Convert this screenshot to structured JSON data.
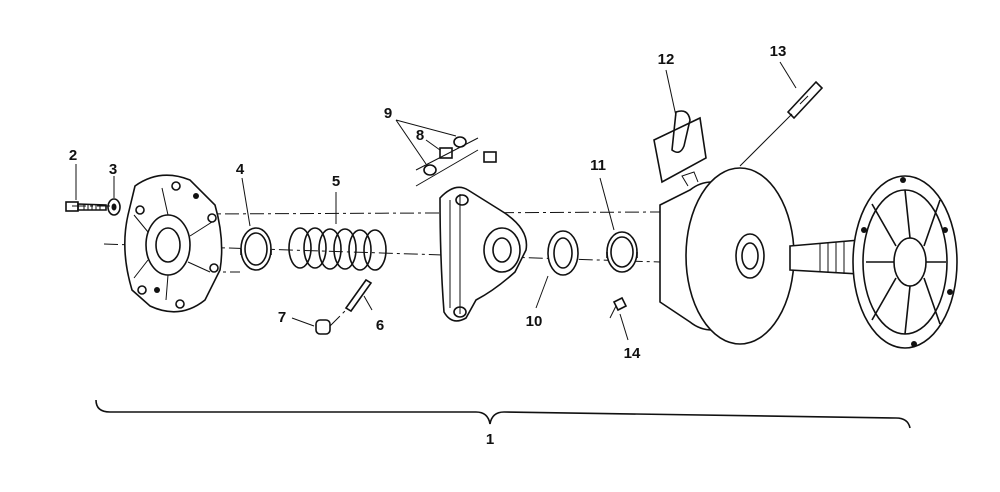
{
  "diagram": {
    "colors": {
      "ink": "#111111",
      "paper": "#ffffff"
    },
    "callouts": [
      {
        "id": "1",
        "text": "1"
      },
      {
        "id": "2",
        "text": "2"
      },
      {
        "id": "3",
        "text": "3"
      },
      {
        "id": "4",
        "text": "4"
      },
      {
        "id": "5",
        "text": "5"
      },
      {
        "id": "6",
        "text": "6"
      },
      {
        "id": "7",
        "text": "7"
      },
      {
        "id": "8",
        "text": "8"
      },
      {
        "id": "9",
        "text": "9"
      },
      {
        "id": "10",
        "text": "10"
      },
      {
        "id": "11",
        "text": "11"
      },
      {
        "id": "12",
        "text": "12"
      },
      {
        "id": "13",
        "text": "13"
      },
      {
        "id": "14",
        "text": "14"
      }
    ]
  }
}
